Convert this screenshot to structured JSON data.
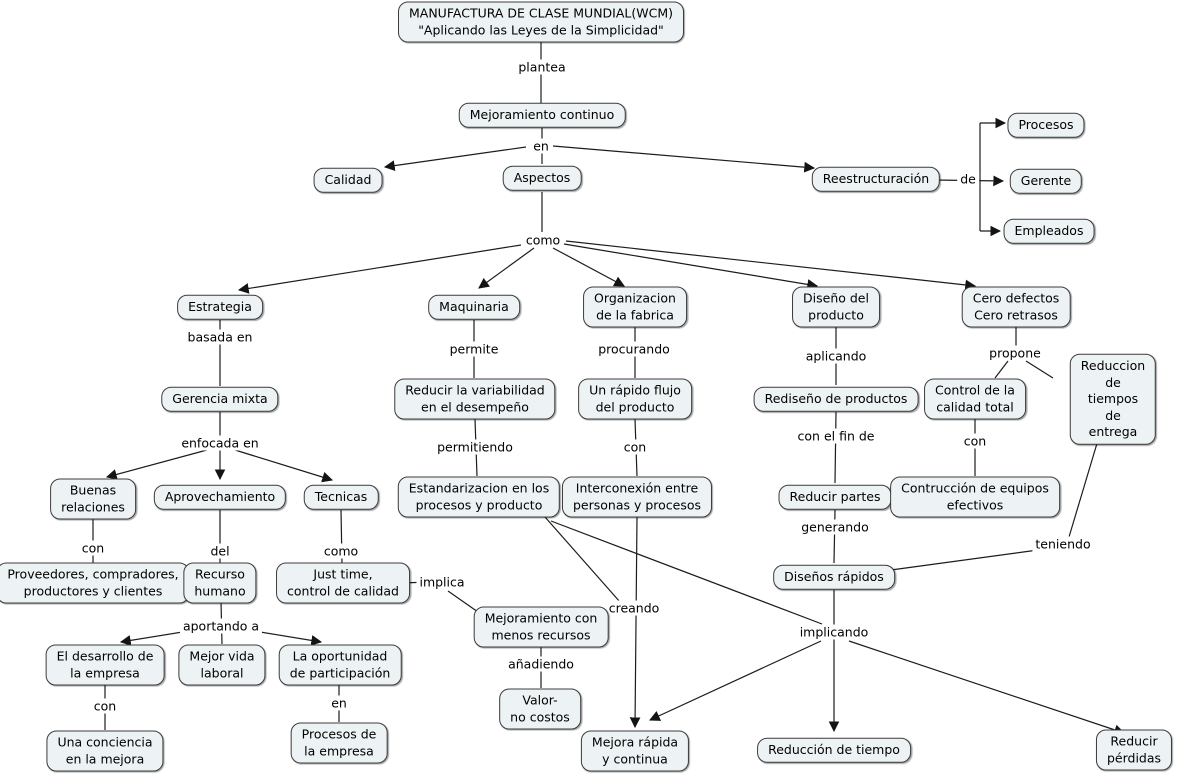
{
  "diagram": {
    "colors": {
      "node_fill": "#edf3f4",
      "node_border": "#3c3c3c",
      "line": "#1c1c1c",
      "background": "#ffffff"
    },
    "nodes": {
      "title": {
        "label": "MANUFACTURA DE CLASE MUNDIAL(WCM)\n\"Aplicando las Leyes de la Simplicidad\""
      },
      "mejoramiento_continuo": {
        "label": "Mejoramiento continuo"
      },
      "calidad": {
        "label": "Calidad"
      },
      "aspectos": {
        "label": "Aspectos"
      },
      "reestructuracion": {
        "label": "Reestructuración"
      },
      "procesos": {
        "label": "Procesos"
      },
      "gerente": {
        "label": "Gerente"
      },
      "empleados": {
        "label": "Empleados"
      },
      "estrategia": {
        "label": "Estrategia"
      },
      "maquinaria": {
        "label": "Maquinaria"
      },
      "organizacion_fabrica": {
        "label": "Organizacion\nde la fabrica"
      },
      "diseno_producto": {
        "label": "Diseño del\nproducto"
      },
      "cero_defectos": {
        "label": "Cero defectos\nCero retrasos"
      },
      "gerencia_mixta": {
        "label": "Gerencia mixta"
      },
      "buenas_relaciones": {
        "label": "Buenas\nrelaciones"
      },
      "aprovechamiento": {
        "label": "Aprovechamiento"
      },
      "tecnicas": {
        "label": "Tecnicas"
      },
      "proveedores": {
        "label": "Proveedores, compradores,\nproductores y clientes"
      },
      "recurso_humano": {
        "label": "Recurso\nhumano"
      },
      "just_time": {
        "label": "Just time,\ncontrol de calidad"
      },
      "desarrollo_empresa": {
        "label": "El desarrollo de\nla empresa"
      },
      "mejor_vida": {
        "label": "Mejor vida\nlaboral"
      },
      "oportunidad": {
        "label": "La oportunidad\nde participación"
      },
      "conciencia": {
        "label": "Una conciencia\nen la mejora"
      },
      "procesos_empresa": {
        "label": "Procesos de\nla empresa"
      },
      "variabilidad": {
        "label": "Reducir la variabilidad\nen el desempeño"
      },
      "estandarizacion": {
        "label": "Estandarizacion en los\nprocesos y producto"
      },
      "rapido_flujo": {
        "label": "Un rápido flujo\ndel producto"
      },
      "interconexion": {
        "label": "Interconexión entre\npersonas y procesos"
      },
      "mejoramiento_recursos": {
        "label": "Mejoramiento con\nmenos recursos"
      },
      "valor_no_costos": {
        "label": "Valor-\nno costos"
      },
      "rediseno_productos": {
        "label": "Rediseño de productos"
      },
      "reducir_partes": {
        "label": "Reducir partes"
      },
      "disenos_rapidos": {
        "label": "Diseños rápidos"
      },
      "control_calidad_total": {
        "label": "Control de la\ncalidad total"
      },
      "reduccion_tiempos_entrega": {
        "label": "Reduccion de\ntiempos de entrega"
      },
      "construccion_equipos": {
        "label": "Contrucción de equipos\nefectivos"
      },
      "mejora_rapida": {
        "label": "Mejora rápida\ny continua"
      },
      "reduccion_tiempo": {
        "label": "Reducción de tiempo"
      },
      "reducir_perdidas": {
        "label": "Reducir pérdidas"
      }
    },
    "links": {
      "plantea": "plantea",
      "en": "en",
      "de": "de",
      "como_top": "como",
      "basada_en": "basada en",
      "enfocada_en": "enfocada en",
      "con_buenas": "con",
      "del": "del",
      "como_tecnicas": "como",
      "aportando_a": "aportando a",
      "con_desarrollo": "con",
      "en_oportunidad": "en",
      "permite": "permite",
      "permitiendo": "permitiendo",
      "procurando": "procurando",
      "con_flujo": "con",
      "implica": "implica",
      "anadiendo": "añadiendo",
      "creando": "creando",
      "aplicando": "aplicando",
      "con_el_fin_de": "con el fin de",
      "generando": "generando",
      "implicando": "implicando",
      "propone": "propone",
      "con_control": "con",
      "teniendo": "teniendo"
    }
  }
}
